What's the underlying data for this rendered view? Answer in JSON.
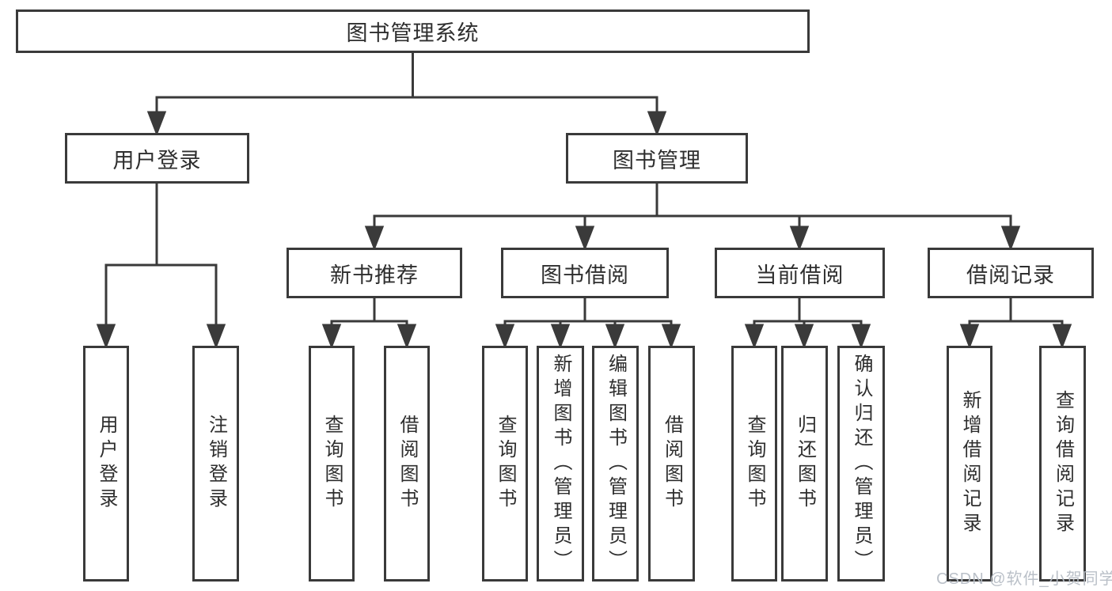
{
  "diagram": {
    "root_label": "图书管理系统",
    "level2": {
      "user_login": {
        "label": "用户登录",
        "children": [
          "用户登录",
          "注销登录"
        ]
      },
      "book_management": {
        "label": "图书管理"
      }
    },
    "level3": {
      "new_book_recommend": {
        "label": "新书推荐",
        "children": [
          "查询图书",
          "借阅图书"
        ]
      },
      "book_borrowing": {
        "label": "图书借阅",
        "children": [
          "查询图书",
          "新增图书（管理员）",
          "编辑图书（管理员）",
          "借阅图书"
        ]
      },
      "current_borrowing": {
        "label": "当前借阅",
        "children": [
          "查询图书",
          "归还图书",
          "确认归还（管理员）"
        ]
      },
      "borrowing_records": {
        "label": "借阅记录",
        "children": [
          "新增借阅记录",
          "查询借阅记录"
        ]
      }
    },
    "watermark": "CSDN @软件_小贺同学",
    "colors": {
      "line": "#3a3a3a",
      "text": "#2e2e2e",
      "watermark": "#b6bdc5",
      "background": "#ffffff"
    }
  }
}
